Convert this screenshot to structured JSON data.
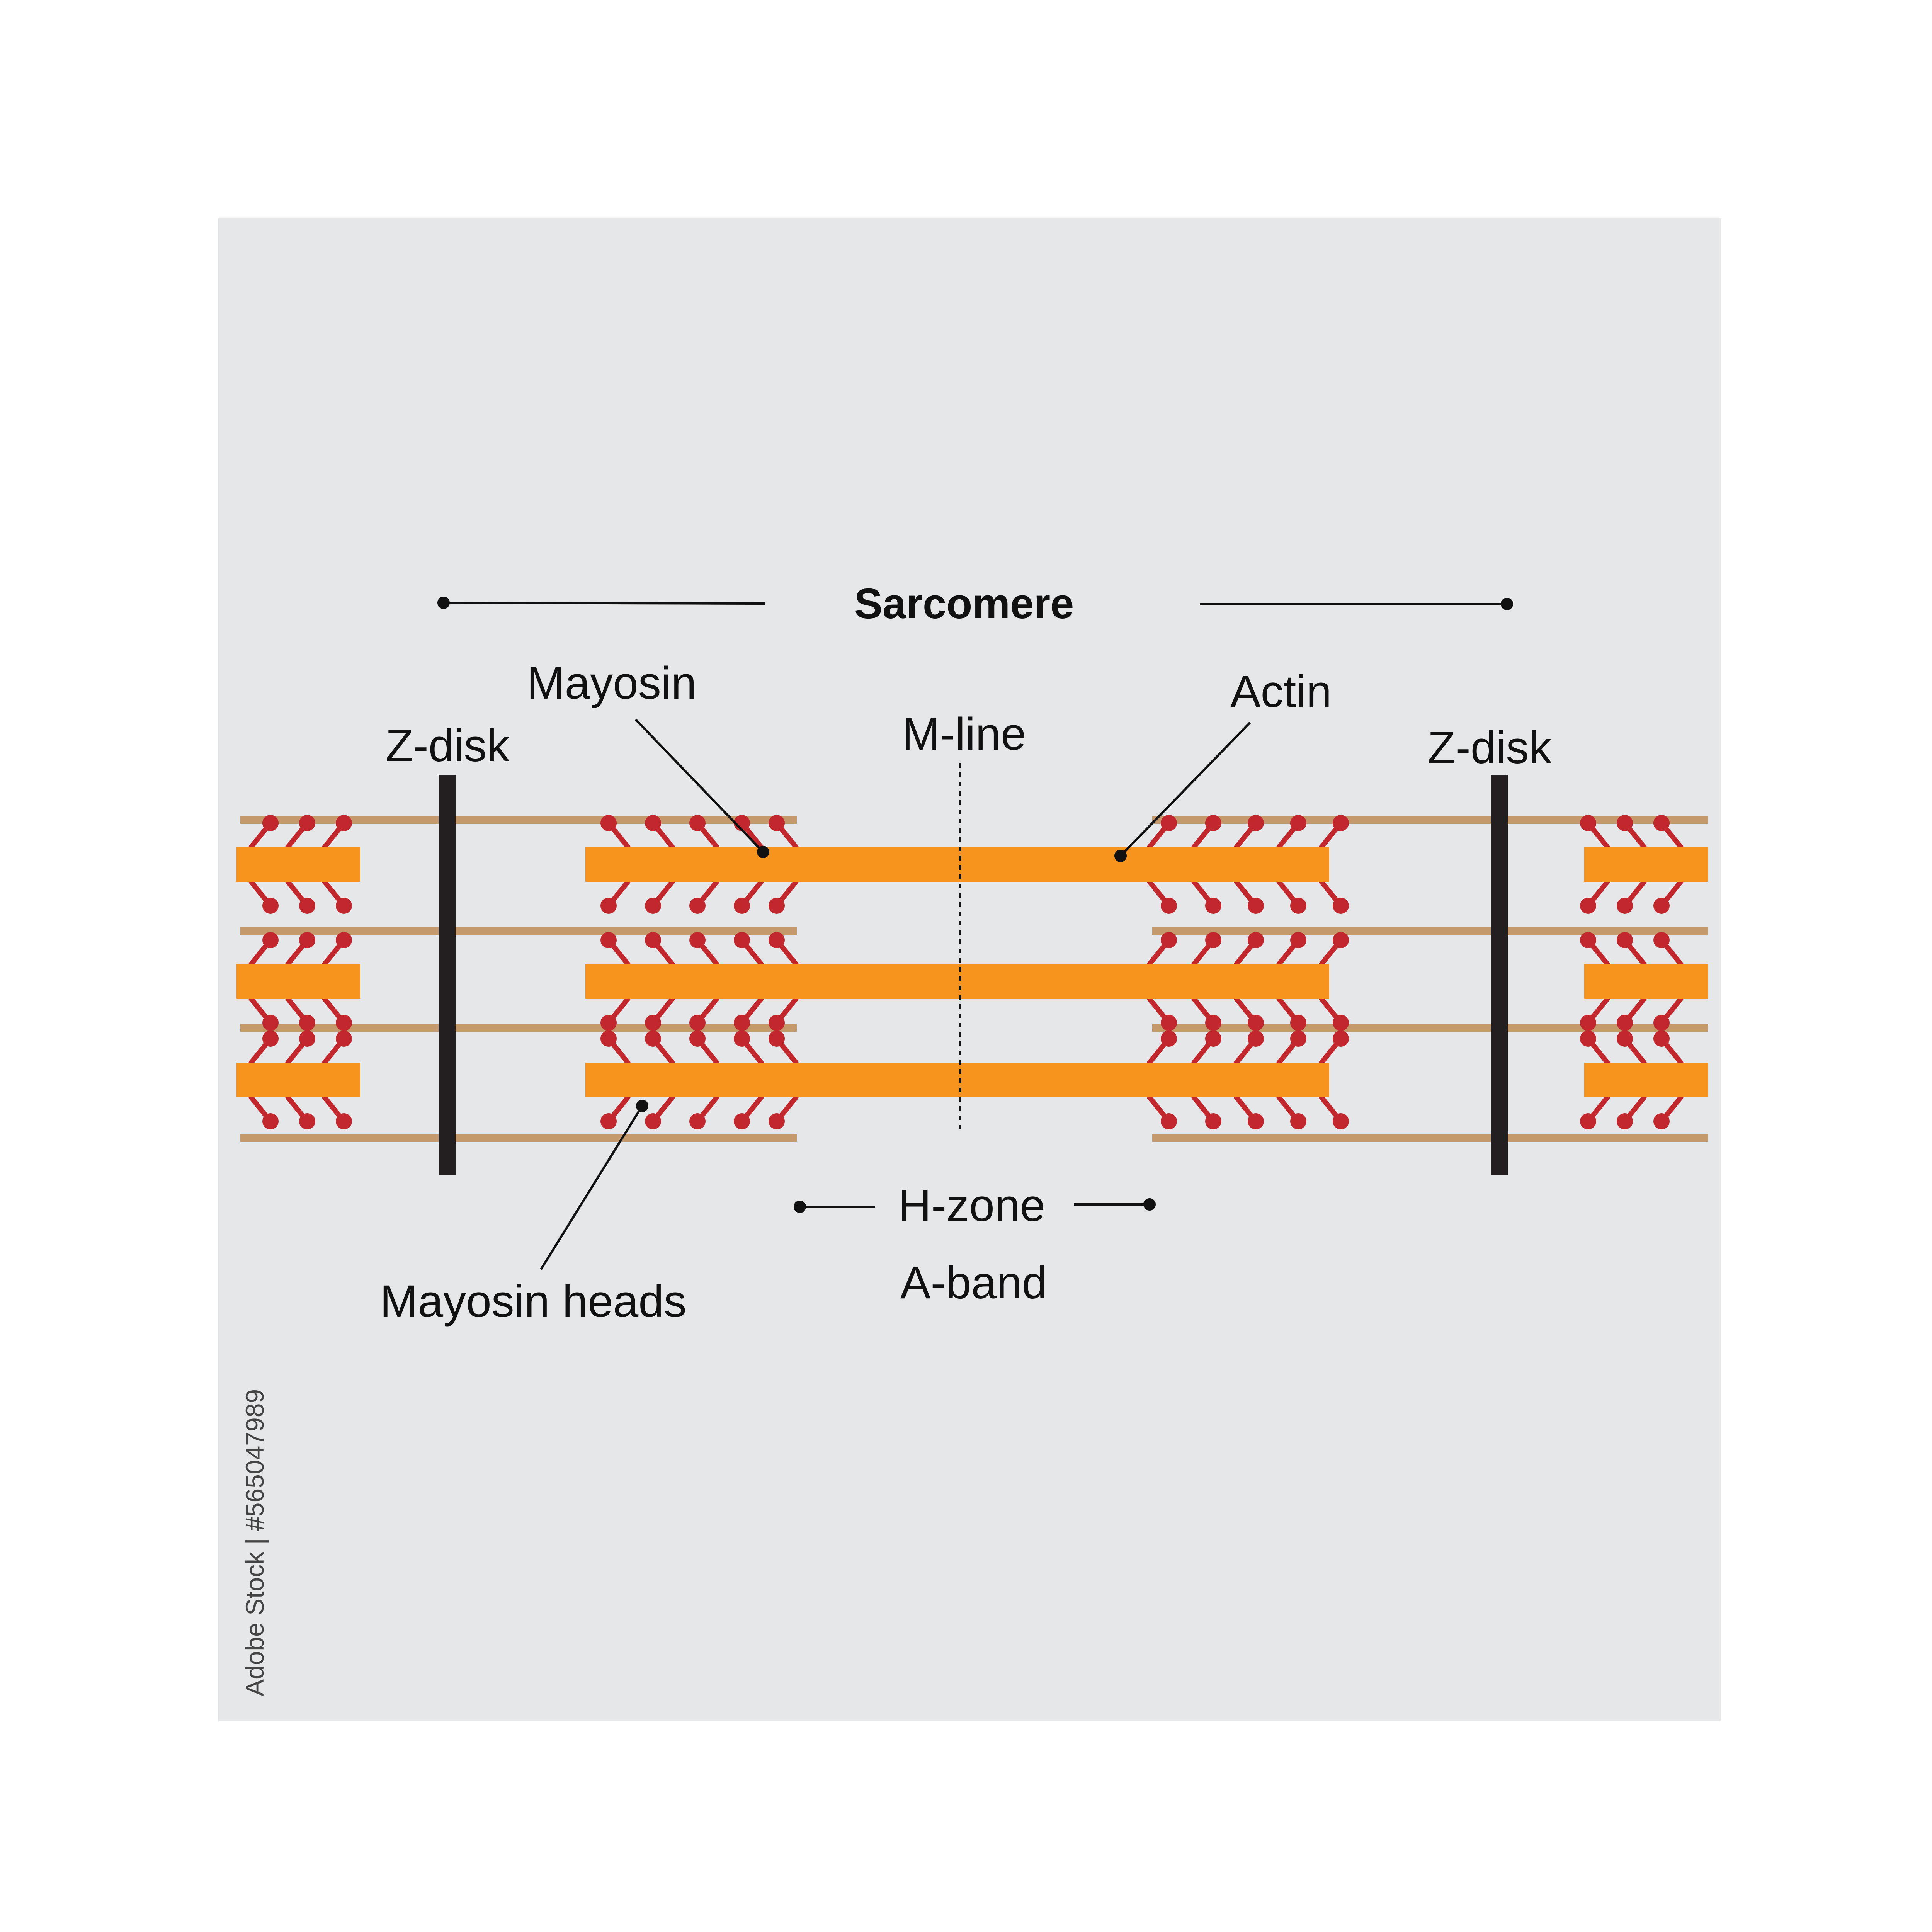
{
  "labels": {
    "sarcomere": "Sarcomere",
    "mayosin": "Mayosin",
    "z_disk_left": "Z-disk",
    "m_line": "M-line",
    "actin": "Actin",
    "z_disk_right": "Z-disk",
    "h_zone": "H-zone",
    "a_band": "A-band",
    "mayosin_heads": "Mayosin heads"
  },
  "credit": "Adobe Stock | #565047989",
  "colors": {
    "panel": "#e6e7e8",
    "thick_filament": "#f7941d",
    "thin_filament": "#c49a6c",
    "myosin_head": "#c1272d",
    "z_disk": "#231f20",
    "line": "#111111"
  }
}
